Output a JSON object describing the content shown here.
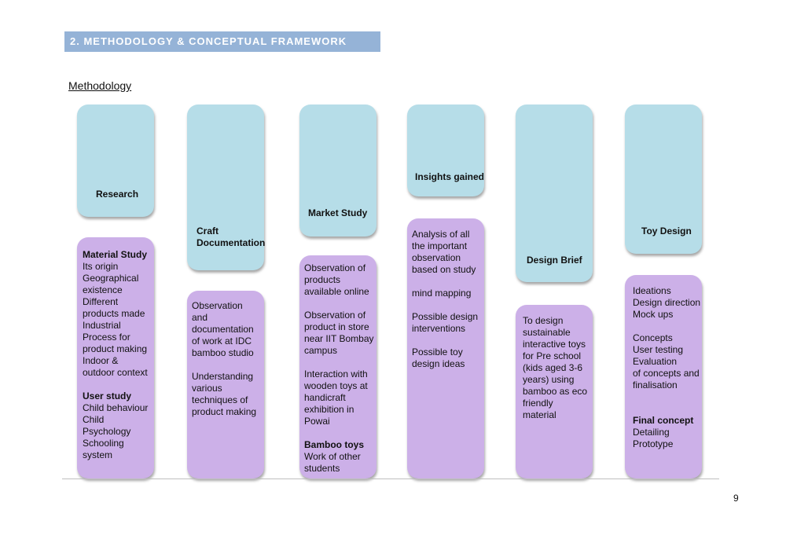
{
  "header": {
    "title": "2.  METHODOLOGY & CONCEPTUAL FRAMEWORK"
  },
  "subheading": "Methodology",
  "columns": [
    {
      "heading": "Research",
      "body": [
        {
          "t": "Material Study",
          "b": true
        },
        {
          "t": "Its origin"
        },
        {
          "t": "Geographical"
        },
        {
          "t": "existence"
        },
        {
          "t": "Different"
        },
        {
          "t": "products made"
        },
        {
          "t": "Industrial"
        },
        {
          "t": "Process for"
        },
        {
          "t": "product making"
        },
        {
          "t": "Indoor &"
        },
        {
          "t": "outdoor context"
        },
        {
          "t": ""
        },
        {
          "t": "User study",
          "b": true
        },
        {
          "t": "Child behaviour"
        },
        {
          "t": "Child"
        },
        {
          "t": "Psychology"
        },
        {
          "t": "Schooling"
        },
        {
          "t": "system"
        }
      ]
    },
    {
      "heading_lines": [
        "Craft",
        "Documentation"
      ],
      "body": [
        {
          "t": "Observation"
        },
        {
          "t": "and"
        },
        {
          "t": "documentation"
        },
        {
          "t": "of work at IDC"
        },
        {
          "t": "bamboo studio"
        },
        {
          "t": ""
        },
        {
          "t": "Understanding"
        },
        {
          "t": "various"
        },
        {
          "t": "techniques of"
        },
        {
          "t": "product making"
        }
      ]
    },
    {
      "heading": "Market Study",
      "body": [
        {
          "t": "Observation of"
        },
        {
          "t": "products"
        },
        {
          "t": "available online"
        },
        {
          "t": ""
        },
        {
          "t": "Observation of"
        },
        {
          "t": "product in store"
        },
        {
          "t": "near IIT Bombay"
        },
        {
          "t": "campus"
        },
        {
          "t": ""
        },
        {
          "t": "Interaction with"
        },
        {
          "t": "wooden toys at"
        },
        {
          "t": "handicraft"
        },
        {
          "t": "exhibition in"
        },
        {
          "t": "Powai"
        },
        {
          "t": ""
        },
        {
          "t": "Bamboo toys",
          "b": true
        },
        {
          "t": "Work of other"
        },
        {
          "t": "students"
        }
      ]
    },
    {
      "heading": "Insights gained",
      "body": [
        {
          "t": "Analysis of all"
        },
        {
          "t": "the important"
        },
        {
          "t": "observation"
        },
        {
          "t": "based on study"
        },
        {
          "t": ""
        },
        {
          "t": "mind mapping"
        },
        {
          "t": ""
        },
        {
          "t": "Possible design"
        },
        {
          "t": "interventions"
        },
        {
          "t": ""
        },
        {
          "t": "Possible toy"
        },
        {
          "t": "design ideas"
        }
      ]
    },
    {
      "heading": "Design Brief",
      "body": [
        {
          "t": "To design"
        },
        {
          "t": "sustainable"
        },
        {
          "t": "interactive toys"
        },
        {
          "t": "for Pre school"
        },
        {
          "t": "(kids aged 3-6"
        },
        {
          "t": "years) using"
        },
        {
          "t": "bamboo as eco"
        },
        {
          "t": "friendly"
        },
        {
          "t": "material"
        }
      ]
    },
    {
      "heading": "Toy Design",
      "body": [
        {
          "t": "Ideations"
        },
        {
          "t": "Design direction"
        },
        {
          "t": "Mock ups"
        },
        {
          "t": ""
        },
        {
          "t": "Concepts"
        },
        {
          "t": "User testing"
        },
        {
          "t": "Evaluation"
        },
        {
          "t": "of concepts and"
        },
        {
          "t": "finalisation"
        },
        {
          "t": ""
        },
        {
          "t": ""
        },
        {
          "t": "Final concept",
          "b": true
        },
        {
          "t": "Detailing"
        },
        {
          "t": "Prototype"
        }
      ]
    }
  ],
  "page_number": "9",
  "colors": {
    "header_bar": "#95b3d7",
    "head_box": "#b6dde8",
    "body_box": "#ccb0e8"
  }
}
